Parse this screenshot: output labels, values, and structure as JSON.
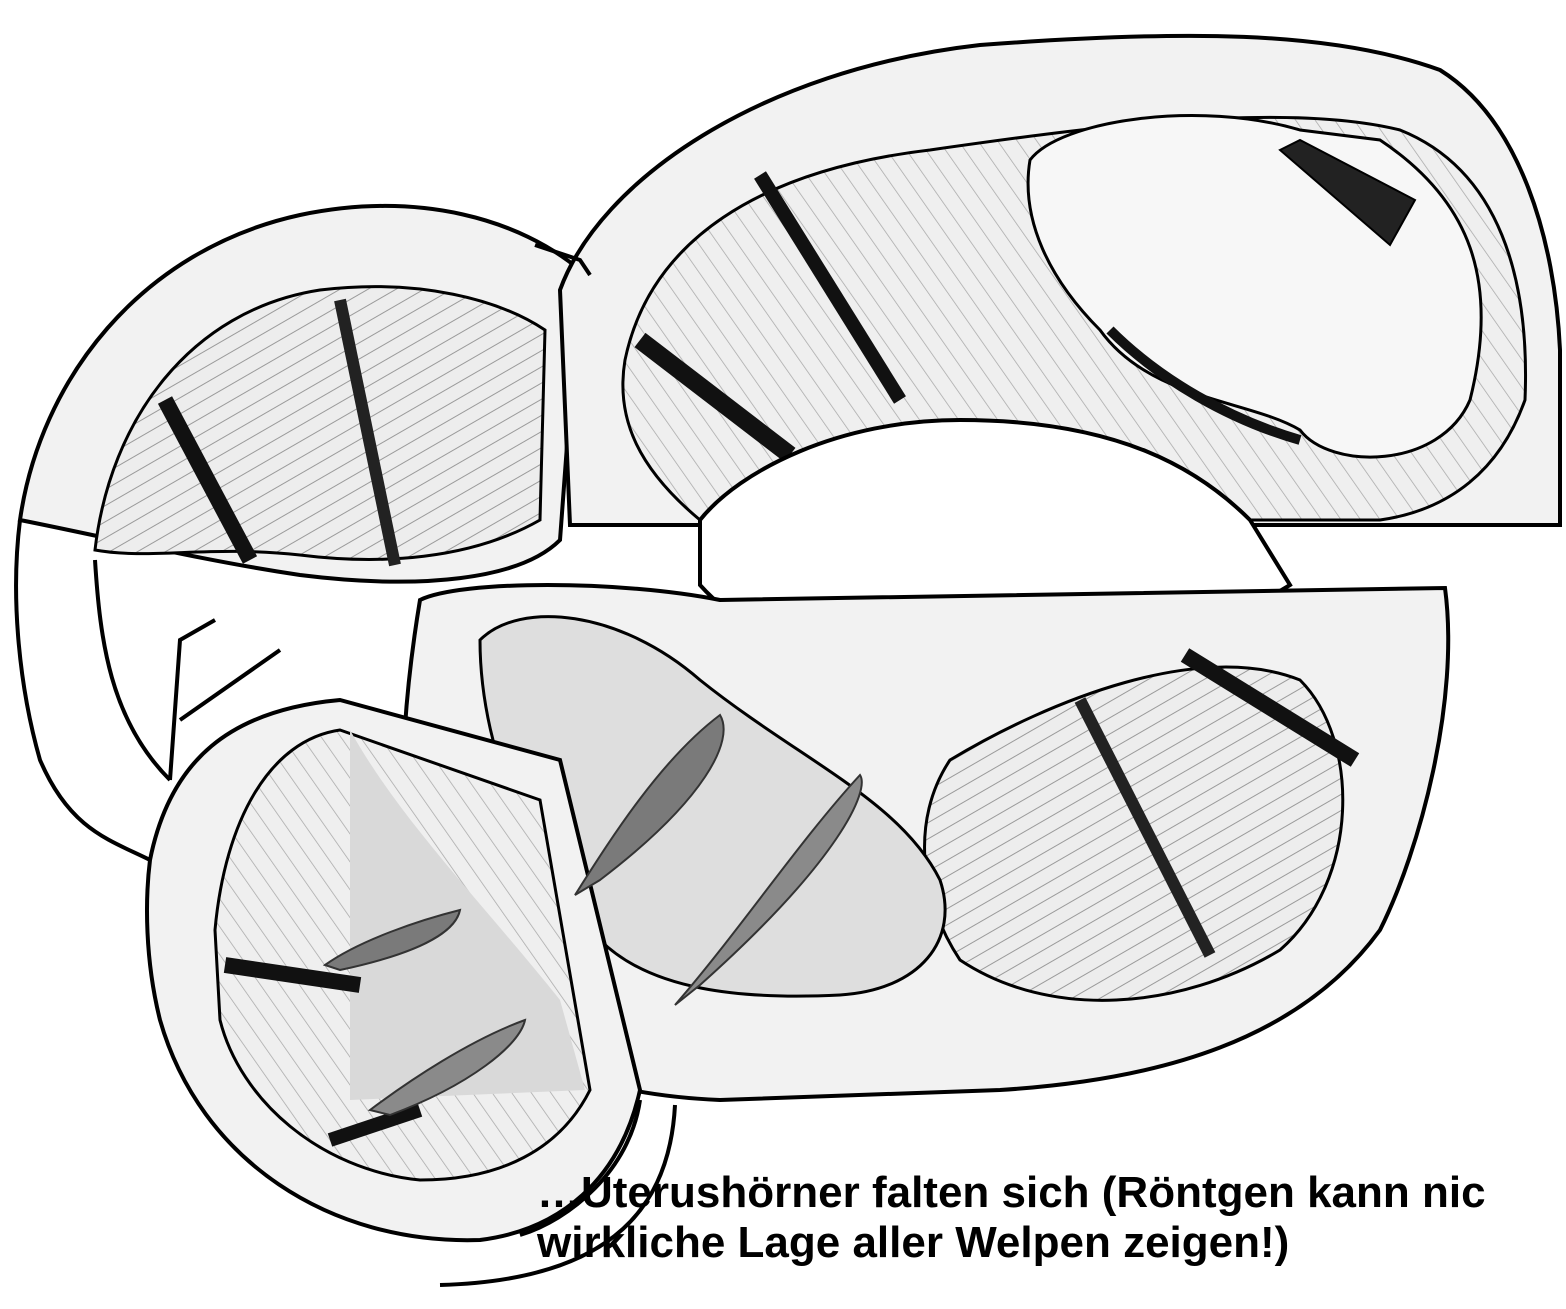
{
  "caption": {
    "line1": "…Uterushörner falten sich (Röntgen kann nic",
    "line2": "wirkliche Lage aller Welpen zeigen!)"
  },
  "colors": {
    "outline": "#000000",
    "wall_fill": "#f2f2f2",
    "cavity_fill": "#e4e4e4",
    "fetus_highlight": "#d6d6d6",
    "fetus_dark": "#666666"
  },
  "icons": [
    "uterus-horn-outline",
    "fetus-shape",
    "patch-overlay"
  ]
}
